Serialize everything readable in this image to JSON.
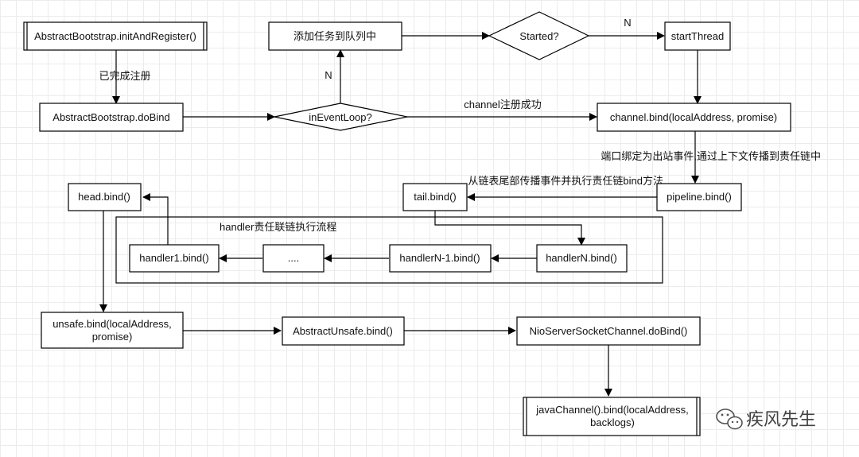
{
  "nodes": {
    "initAndRegister": "AbstractBootstrap.initAndRegister()",
    "doBind": "AbstractBootstrap.doBind",
    "inEventLoop": "inEventLoop?",
    "addTask": "添加任务到队列中",
    "started": "Started?",
    "startThread": "startThread",
    "channelBind": "channel.bind(localAddress, promise)",
    "pipelineBind": "pipeline.bind()",
    "tailBind": "tail.bind()",
    "headBind": "head.bind()",
    "handlerN": "handlerN.bind()",
    "handlerN1": "handlerN-1.bind()",
    "ellipsis": "....",
    "handler1": "handler1.bind()",
    "unsafeBind": [
      "unsafe.bind(localAddress,",
      "promise)"
    ],
    "abstractUnsafe": "AbstractUnsafe.bind()",
    "nioDoBind": "NioServerSocketChannel.doBind()",
    "javaChannel": [
      "javaChannel().bind(localAddress,",
      "backlogs)"
    ]
  },
  "edge_labels": {
    "registered": "已完成注册",
    "n_loop": "N",
    "n_started": "N",
    "reg_success": "channel注册成功",
    "outbound": "端口绑定为出站事件,通过上下文传播到责任链中",
    "from_tail": "从链表尾部传播事件并执行责任链bind方法"
  },
  "group_label": "handler责任联链执行流程",
  "watermark": "疾风先生",
  "watermark_icon": "wechat-icon"
}
